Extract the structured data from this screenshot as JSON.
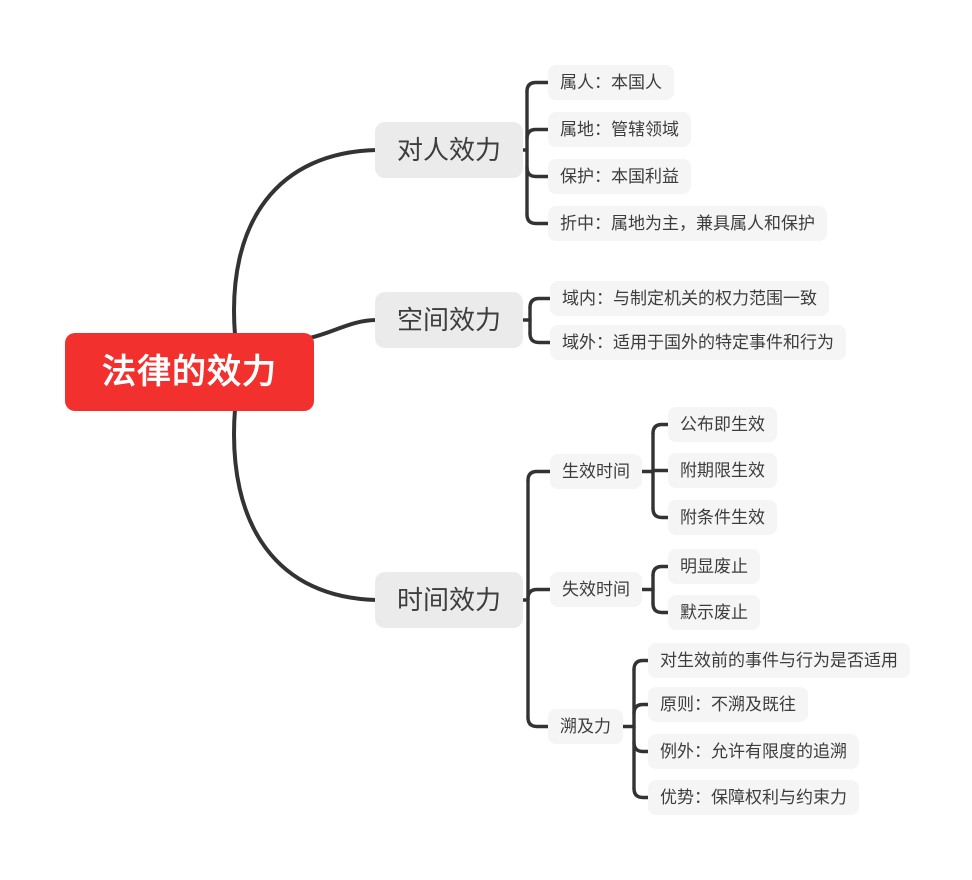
{
  "colors": {
    "background": "#ffffff",
    "line": "#333333",
    "root_bg": "#f2302e",
    "root_text": "#ffffff",
    "branch_bg": "#ebebeb",
    "topic_bg": "#f5f5f5",
    "text": "#3d3d3d"
  },
  "mindmap": {
    "root": {
      "label": "法律的效力"
    },
    "branches": [
      {
        "label": "对人效力",
        "children": [
          {
            "label": "属人：本国人"
          },
          {
            "label": "属地：管辖领域"
          },
          {
            "label": "保护：本国利益"
          },
          {
            "label": "折中：属地为主，兼具属人和保护"
          }
        ]
      },
      {
        "label": "空间效力",
        "children": [
          {
            "label": "域内：与制定机关的权力范围一致"
          },
          {
            "label": "域外：适用于国外的特定事件和行为"
          }
        ]
      },
      {
        "label": "时间效力",
        "children": [
          {
            "label": "生效时间",
            "children": [
              {
                "label": "公布即生效"
              },
              {
                "label": "附期限生效"
              },
              {
                "label": "附条件生效"
              }
            ]
          },
          {
            "label": "失效时间",
            "children": [
              {
                "label": "明显废止"
              },
              {
                "label": "默示废止"
              }
            ]
          },
          {
            "label": "溯及力",
            "children": [
              {
                "label": "对生效前的事件与行为是否适用"
              },
              {
                "label": "原则：不溯及既往"
              },
              {
                "label": "例外：允许有限度的追溯"
              },
              {
                "label": "优势：保障权利与约束力"
              }
            ]
          }
        ]
      }
    ]
  }
}
